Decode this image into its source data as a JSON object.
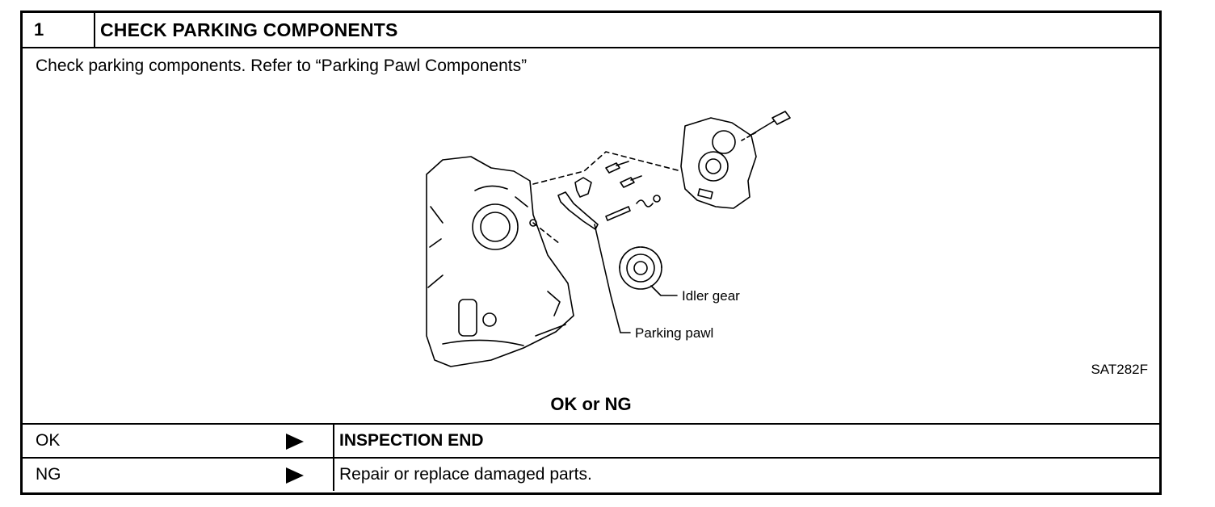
{
  "step": {
    "number": "1",
    "title": "CHECK PARKING COMPONENTS"
  },
  "instruction": "Check parking components. Refer to “Parking Pawl Components”",
  "figure": {
    "labels": {
      "idler_gear": "Idler gear",
      "parking_pawl": "Parking pawl"
    },
    "code": "SAT282F"
  },
  "verdict": "OK or NG",
  "results": [
    {
      "label": "OK",
      "action": "INSPECTION END"
    },
    {
      "label": "NG",
      "action": "Repair or replace damaged parts."
    }
  ]
}
